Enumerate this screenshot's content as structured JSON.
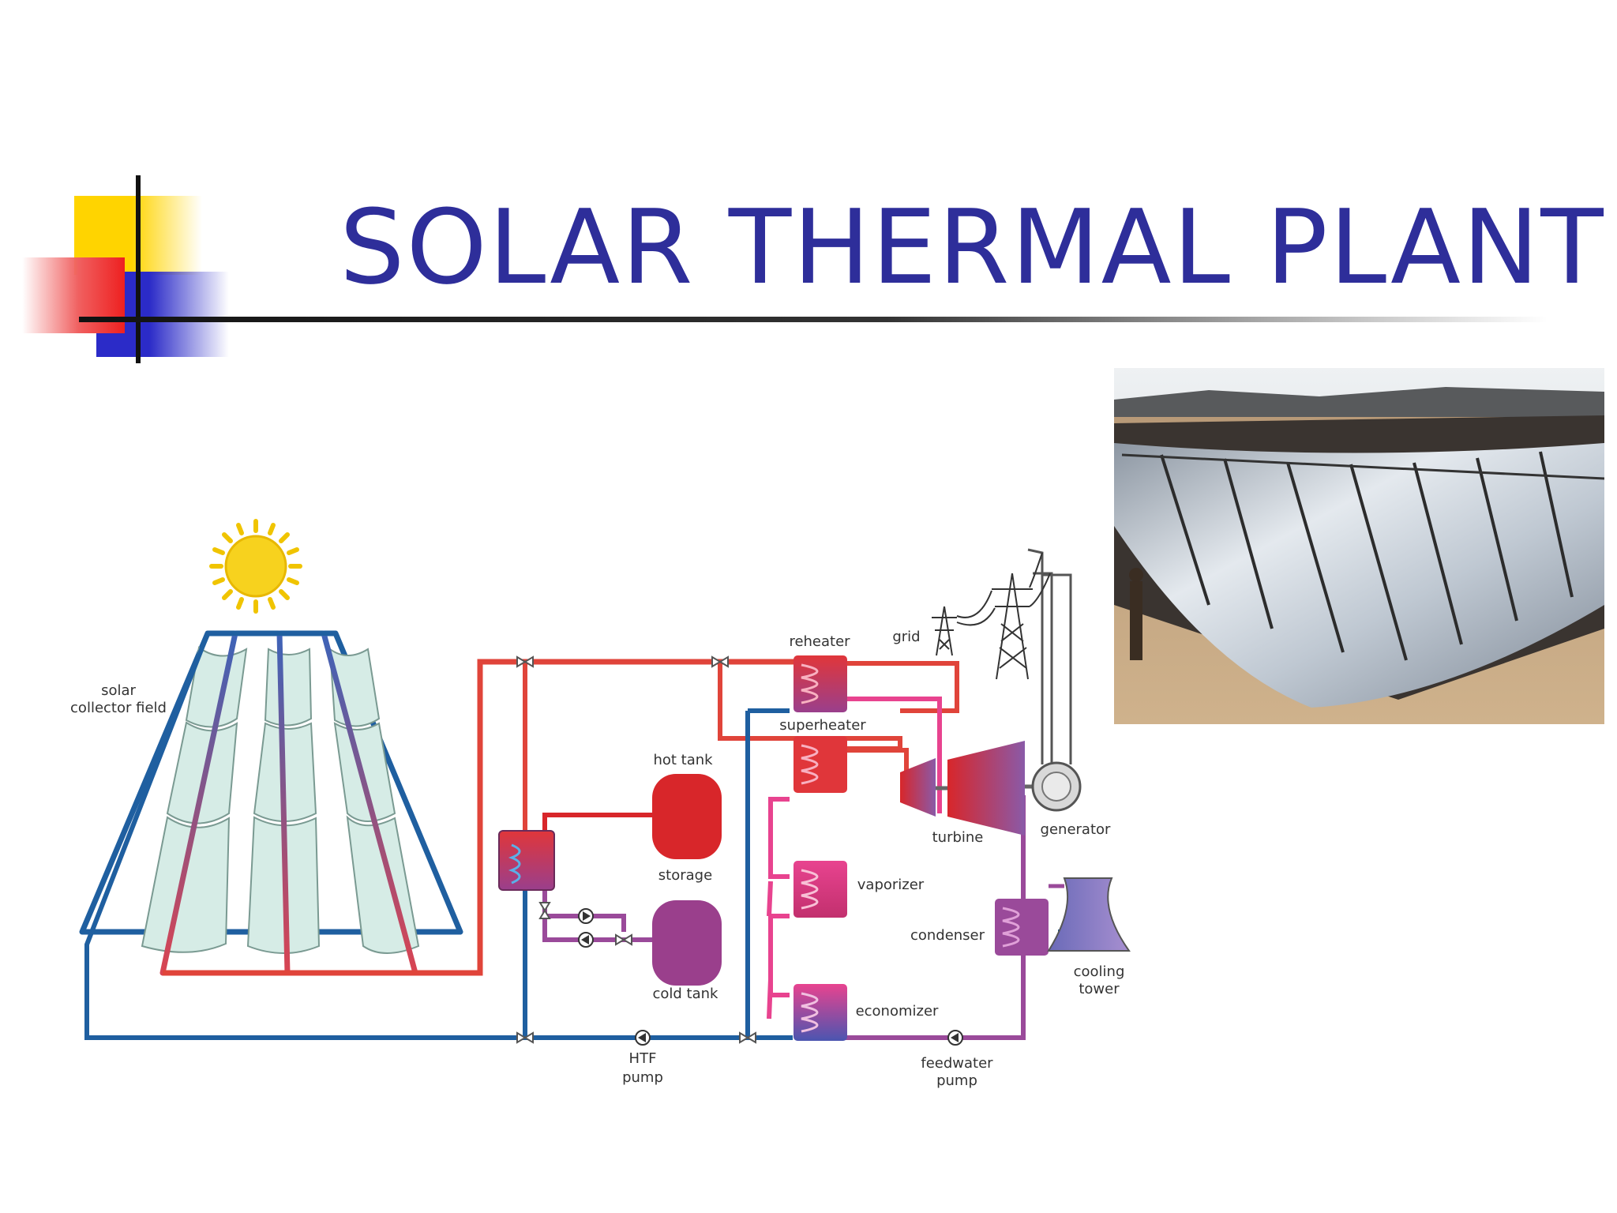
{
  "slide": {
    "title": "SOLAR THERMAL PLANT"
  },
  "diagram": {
    "labels": {
      "solar_collector_field_1": "solar",
      "solar_collector_field_2": "collector field",
      "hot_tank": "hot tank",
      "storage": "storage",
      "cold_tank": "cold tank",
      "htf_pump_1": "HTF",
      "htf_pump_2": "pump",
      "reheater": "reheater",
      "superheater": "superheater",
      "vaporizer": "vaporizer",
      "economizer": "economizer",
      "grid": "grid",
      "turbine": "turbine",
      "generator": "generator",
      "condenser": "condenser",
      "cooling_tower_1": "cooling",
      "cooling_tower_2": "tower",
      "feedwater_pump_1": "feedwater",
      "feedwater_pump_2": "pump"
    }
  },
  "colors": {
    "title": "#2e2e9a",
    "hot_line": "#e0443a",
    "cold_line": "#1f5fa0",
    "steam_line": "#e8438f",
    "storage_line": "#9a4a9a",
    "hot_tank": "#d8262a",
    "cold_tank": "#9a3f8c",
    "collector": "#d6ece6"
  }
}
